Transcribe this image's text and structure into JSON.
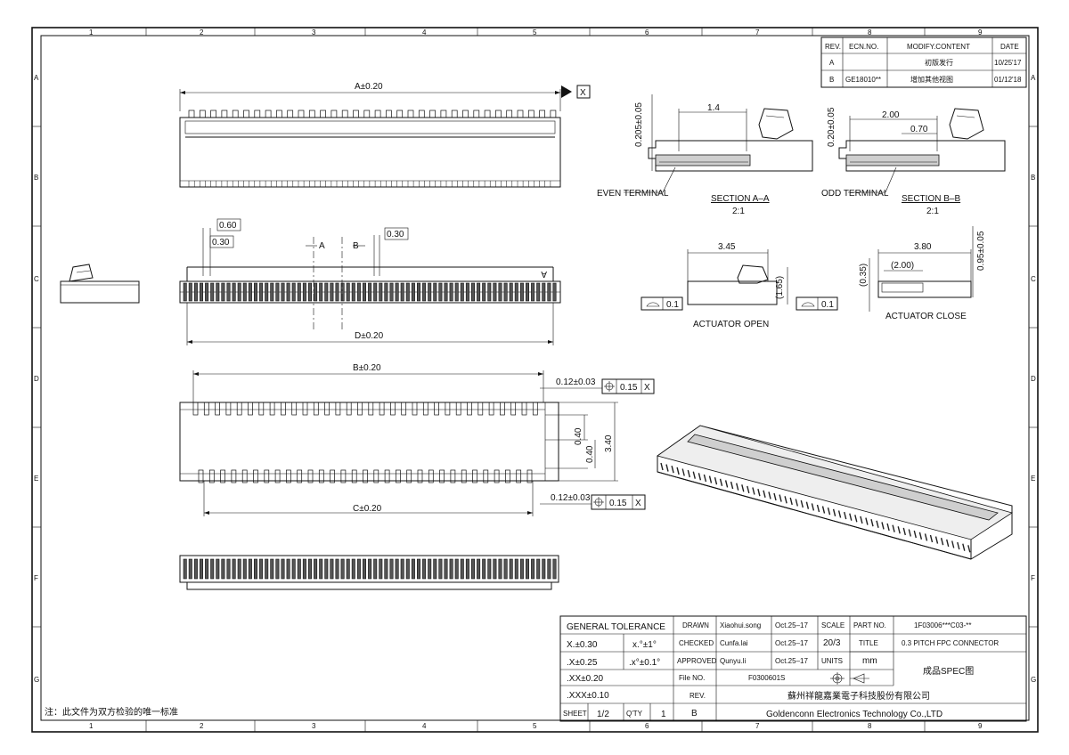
{
  "frame": {
    "columns": [
      "1",
      "2",
      "3",
      "4",
      "5",
      "6",
      "7",
      "8",
      "9"
    ],
    "rows": [
      "A",
      "B",
      "C",
      "D",
      "E",
      "F",
      "G"
    ]
  },
  "revision_table": {
    "headers": [
      "REV.",
      "ECN.NO.",
      "MODIFY.CONTENT",
      "DATE"
    ],
    "rows": [
      {
        "rev": "A",
        "ecn": "",
        "content": "初版发行",
        "date": "10/25'17"
      },
      {
        "rev": "B",
        "ecn": "GE18010**",
        "content": "增加其他视图",
        "date": "01/12'18"
      }
    ]
  },
  "views": {
    "top": {
      "dim_a": "A±0.20",
      "datum_x": "X"
    },
    "front": {
      "dim_060": "0.60",
      "dim_030a": "0.30",
      "dim_030b": "0.30",
      "cut_a": "A",
      "cut_b": "B",
      "dim_d": "D±0.20",
      "mark": "A"
    },
    "bottom": {
      "dim_b": "B±0.20",
      "dim_c": "C±0.20",
      "pos_top": "0.12±0.03",
      "pos_bot": "0.12±0.03",
      "tol_top": "0.15",
      "tol_bot": "0.15",
      "ref_top": "X",
      "ref_bot": "X",
      "dim_040a": "0.40",
      "dim_040b": "0.40",
      "dim_340": "3.40"
    },
    "section_a": {
      "dim_h": "0.205±0.05",
      "dim_w": "1.4",
      "terminal": "EVEN TERMINAL",
      "title": "SECTION A–A",
      "scale": "2:1"
    },
    "section_b": {
      "dim_h": "0.20±0.05",
      "dim_w": "2.00",
      "dim_w2": "0.70",
      "terminal": "ODD TERMINAL",
      "title": "SECTION B–B",
      "scale": "2:1"
    },
    "actuator_open": {
      "dim_w": "3.45",
      "dim_h": "(1.65)",
      "flat_l": "0.1",
      "flat_r": "0.1",
      "caption": "ACTUATOR OPEN"
    },
    "actuator_close": {
      "dim_w": "3.80",
      "dim_h": "0.95±0.05",
      "dim_h2": "(0.35)",
      "dim_w2": "(2.00)",
      "caption": "ACTUATOR CLOSE"
    }
  },
  "title_block": {
    "general_tolerance": "GENERAL TOLERANCE",
    "tol_x": "X.±0.30",
    "tol_xx": ".X±0.25",
    "tol_xxx": ".XX±0.20",
    "tol_xxxx": ".XXX±0.10",
    "ang1": "x.°±1°",
    "ang2": ".x°±0.1°",
    "drawn_label": "DRAWN",
    "drawn_name": "Xiaohui.song",
    "drawn_date": "Oct.25–17",
    "checked_label": "CHECKED",
    "checked_name": "Cunfa.lai",
    "checked_date": "Oct.25–17",
    "approved_label": "APPROVED",
    "approved_name": "Qunyu.li",
    "approved_date": "Oct.25–17",
    "file_label": "File NO.",
    "file_no": "F0300601S",
    "rev_label": "REV.",
    "rev_value": "B",
    "scale_label": "SCALE",
    "scale_value": "20/3",
    "units_label": "UNITS",
    "units_value": "mm",
    "part_label": "PART NO.",
    "part_no": "1F03006***C03-**",
    "title_label": "TITLE",
    "title_value": "0.3 PITCH FPC CONNECTOR",
    "spec": "成品SPEC图",
    "sheet_label": "SHEET",
    "sheet_value": "1/2",
    "qty_label": "Q'TY",
    "qty_value": "1",
    "company_cn": "蘇州祥龍嘉業電子科技股份有限公司",
    "company_en": "Goldenconn Electronics Technology Co.,LTD"
  },
  "note": "注：此文件为双方检验的唯一标准"
}
